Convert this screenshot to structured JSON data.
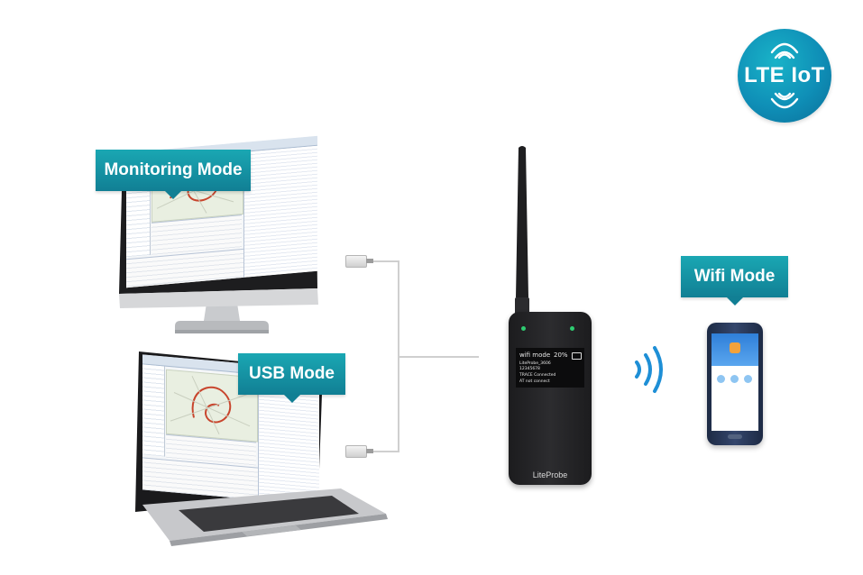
{
  "badge": {
    "label": "LTE IoT"
  },
  "callouts": {
    "monitoring": "Monitoring Mode",
    "usb": "USB Mode",
    "wifi": "Wifi Mode"
  },
  "device": {
    "brand": "LiteProbe",
    "screen": {
      "mode": "wifi mode",
      "battery": "20%",
      "line1": "LiteProbe_3606",
      "line2": "12345678",
      "line3": "TRACE Connected",
      "line4": "AT not connect"
    }
  },
  "icons": {
    "wifi": "wifi-signal-icon",
    "badge_signal": "signal-waves-icon"
  },
  "colors": {
    "callout": "#1aa7b3",
    "badge": "#0f8fb7",
    "wifi_waves": "#1e8fd6"
  }
}
